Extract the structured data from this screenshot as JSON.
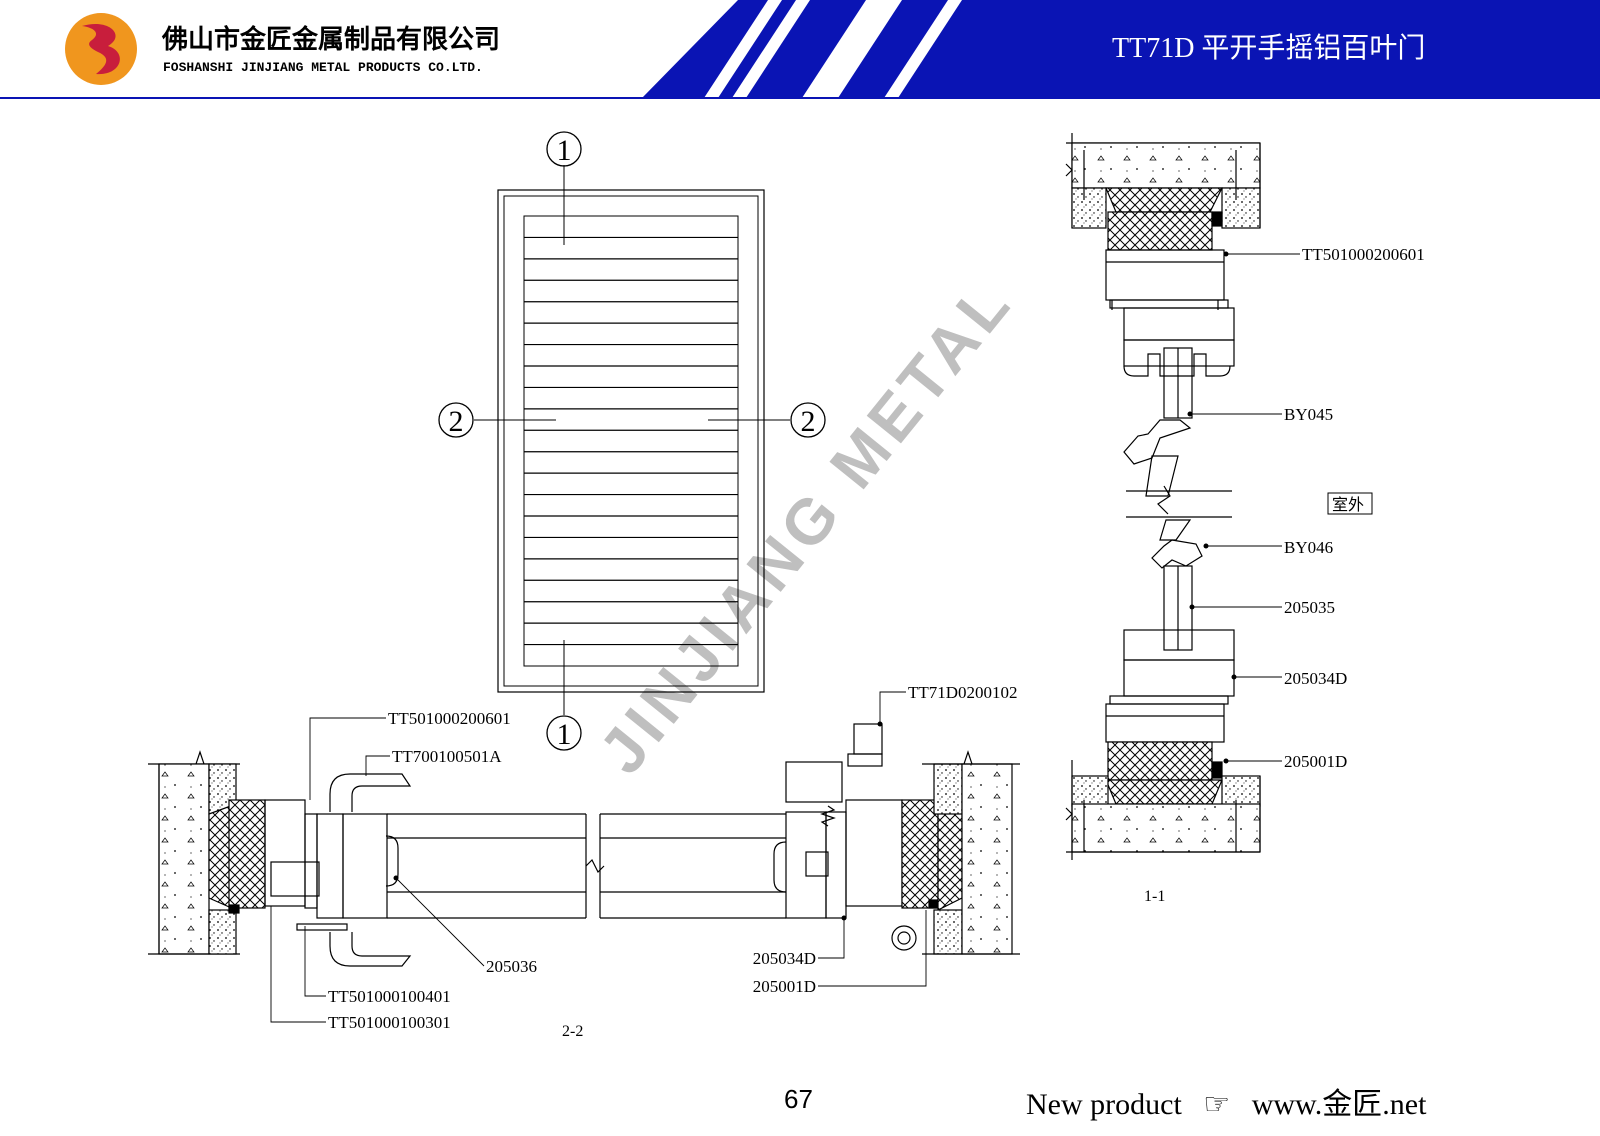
{
  "header": {
    "company_cn": "佛山市金匠金属制品有限公司",
    "company_en": "FOSHANSHI JINJIANG METAL PRODUCTS CO.LTD.",
    "product_title": "TT71D 平开手摇铝百叶门",
    "colors": {
      "band": "#0a14b4",
      "logo_orange": "#f0961e",
      "logo_red": "#c81e3c"
    }
  },
  "watermark": "JINJIANG METAL",
  "elevation": {
    "markers": {
      "top": "1",
      "bottom": "1",
      "left": "2",
      "right": "2"
    }
  },
  "section_1_1": {
    "caption": "1-1",
    "labels": {
      "part_a": "TT501000200601",
      "part_b": "BY045",
      "part_c": "BY046",
      "part_d": "205035",
      "part_e": "205034D",
      "part_f": "205001D"
    },
    "side_note": "室外"
  },
  "section_2_2": {
    "caption": "2-2",
    "labels": {
      "part_a": "TT501000200601",
      "part_b": "TT700100501A",
      "part_c": "205036",
      "part_d": "TT501000100401",
      "part_e": "TT501000100301",
      "part_f": "TT71D0200102",
      "part_g": "205034D",
      "part_h": "205001D"
    }
  },
  "footer": {
    "page_number": "67",
    "tagline_prefix": "New product",
    "pointer_glyph": "☞",
    "website": "www.金匠.net"
  }
}
